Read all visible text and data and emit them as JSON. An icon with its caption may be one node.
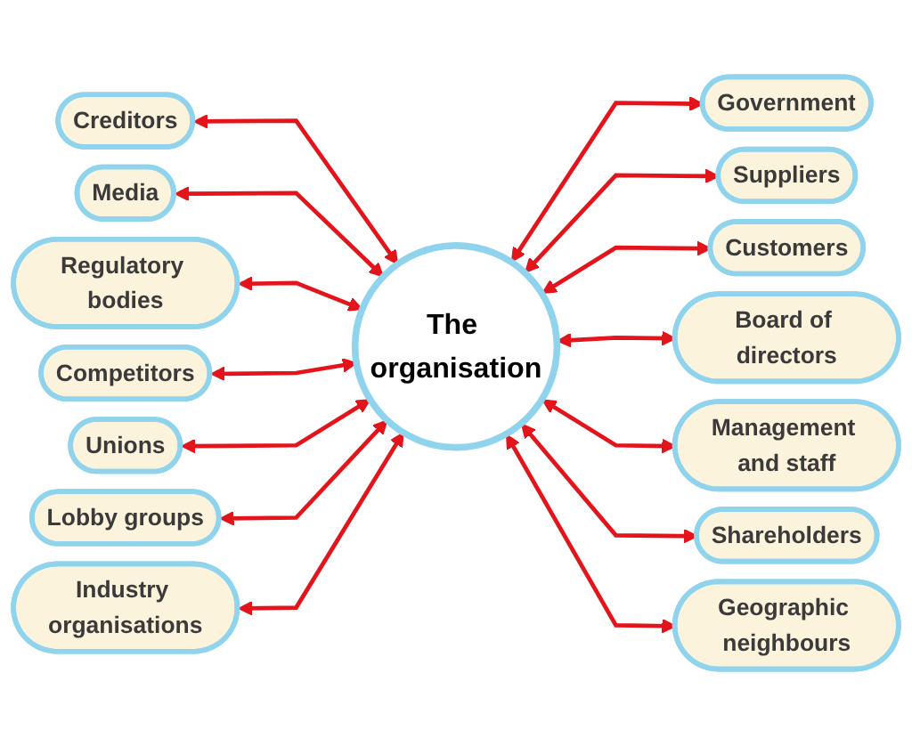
{
  "diagram": {
    "nodes": [
      {
        "text": [
          "The organisation"
        ]
      },
      {
        "text": [
          "Creditors"
        ]
      },
      {
        "text": [
          "Government"
        ]
      },
      {
        "text": [
          "Media"
        ]
      },
      {
        "text": [
          "Suppliers"
        ]
      },
      {
        "text": [
          "Regulatory bodies"
        ]
      },
      {
        "text": [
          "Customers"
        ]
      },
      {
        "text": [
          "Competitors"
        ]
      },
      {
        "text": [
          "Board of directors"
        ]
      },
      {
        "text": [
          "Unions"
        ]
      },
      {
        "text": [
          "Management and staff"
        ]
      },
      {
        "text": [
          "Lobby groups"
        ]
      },
      {
        "text": [
          "Shareholders"
        ]
      },
      {
        "text": [
          "Industry organisations"
        ]
      },
      {
        "text": [
          "Geographic neighbours"
        ]
      }
    ],
    "edges": [
      {
        "from": 1,
        "to": 0,
        "arrow": "both"
      },
      {
        "from": 0,
        "to": 2,
        "arrow": "both"
      },
      {
        "from": 3,
        "to": 0,
        "arrow": "both"
      },
      {
        "from": 0,
        "to": 4,
        "arrow": "both"
      },
      {
        "from": 5,
        "to": 0,
        "arrow": "both"
      },
      {
        "from": 0,
        "to": 6,
        "arrow": "both"
      },
      {
        "from": 7,
        "to": 0,
        "arrow": "both"
      },
      {
        "from": 0,
        "to": 8,
        "arrow": "both"
      },
      {
        "from": 9,
        "to": 0,
        "arrow": "both"
      },
      {
        "from": 0,
        "to": 10,
        "arrow": "both"
      },
      {
        "from": 11,
        "to": 0,
        "arrow": "both"
      },
      {
        "from": 0,
        "to": 12,
        "arrow": "both"
      },
      {
        "from": 13,
        "to": 0,
        "arrow": "both"
      },
      {
        "from": 0,
        "to": 14,
        "arrow": "both"
      }
    ]
  }
}
